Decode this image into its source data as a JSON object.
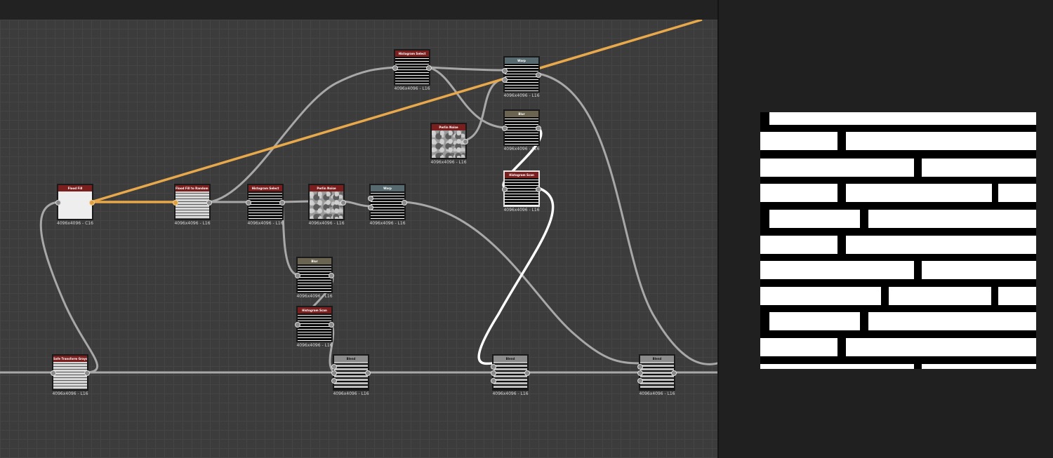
{
  "nodes": {
    "flood_fill": {
      "title": "Flood Fill",
      "caption": "4096x4096 - C16"
    },
    "flood_fill_random": {
      "title": "Flood Fill to Random G...",
      "caption": "4096x4096 - L16"
    },
    "histogram_select_1": {
      "title": "Histogram Select",
      "caption": "4096x4096 - L16"
    },
    "perlin_noise_1": {
      "title": "Perlin Noise",
      "caption": "4096x4096 - L16"
    },
    "warp_1": {
      "title": "Warp",
      "caption": "4096x4096 - L16"
    },
    "histogram_select_2": {
      "title": "Histogram Select",
      "caption": "4096x4096 - L16"
    },
    "warp_2": {
      "title": "Warp",
      "caption": "4096x4096 - L16"
    },
    "perlin_noise_2": {
      "title": "Perlin Noise",
      "caption": "4096x4096 - L16"
    },
    "blur_1": {
      "title": "Blur",
      "caption": "4096x4096 - L16"
    },
    "histogram_scan_1": {
      "title": "Histogram Scan",
      "caption": "4096x4096 - L16"
    },
    "blur_2": {
      "title": "Blur",
      "caption": "4096x4096 - L16"
    },
    "histogram_scan_2": {
      "title": "Histogram Scan",
      "caption": "4096x4096 - L16"
    },
    "safe_transform": {
      "title": "Safe Transform Graysc...",
      "caption": "4096x4096 - L16"
    },
    "blend_1": {
      "title": "Blend",
      "caption": "4096x4096 - L16"
    },
    "blend_2": {
      "title": "Blend",
      "caption": "4096x4096 - L16"
    },
    "blend_3": {
      "title": "Blend",
      "caption": "4096x4096 - L16"
    }
  },
  "colors": {
    "header_red": "#7a1e1e",
    "header_slate": "#566a70",
    "header_khaki": "#6a6450",
    "header_gray": "#8c8c8c",
    "wire_gray": "#a8a8a8",
    "wire_orange": "#e8a84c",
    "wire_selected": "#ffffff"
  }
}
